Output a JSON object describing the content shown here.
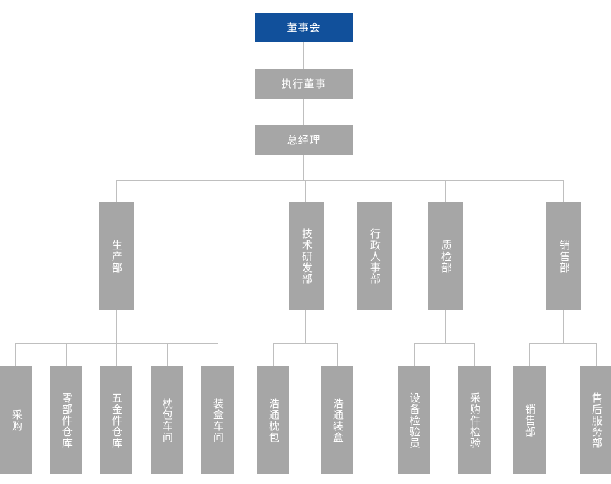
{
  "chart": {
    "title_node": "董事会",
    "accent_color": "#11509B",
    "node_color": "#A6A6A6",
    "line_color": "#BFBFBF",
    "text_color": "#FFFFFF",
    "background": "#FFFFFF"
  },
  "levels": {
    "top": [
      {
        "id": "board",
        "label": "董事会",
        "accent": true
      },
      {
        "id": "exec-director",
        "label": "执行董事",
        "accent": false
      },
      {
        "id": "general-manager",
        "label": "总经理",
        "accent": false
      }
    ],
    "departments": [
      {
        "id": "production-dept",
        "label": "生产部"
      },
      {
        "id": "tech-rd-dept",
        "label": "技术研发部"
      },
      {
        "id": "admin-hr-dept",
        "label": "行政人事部"
      },
      {
        "id": "qc-dept",
        "label": "质检部"
      },
      {
        "id": "sales-dept",
        "label": "销售部"
      }
    ],
    "units": [
      {
        "id": "purchasing",
        "label": "采购",
        "parent": "production-dept"
      },
      {
        "id": "parts-warehouse",
        "label": "零部件仓库",
        "parent": "production-dept"
      },
      {
        "id": "hardware-warehouse",
        "label": "五金件仓库",
        "parent": "production-dept"
      },
      {
        "id": "pillow-pack-workshop",
        "label": "枕包车间",
        "parent": "production-dept"
      },
      {
        "id": "boxing-workshop",
        "label": "装盒车间",
        "parent": "production-dept"
      },
      {
        "id": "haotong-pillow-pack",
        "label": "浩通枕包",
        "parent": "tech-rd-dept"
      },
      {
        "id": "haotong-boxing",
        "label": "浩通装盒",
        "parent": "tech-rd-dept"
      },
      {
        "id": "equipment-inspector",
        "label": "设备检验员",
        "parent": "qc-dept"
      },
      {
        "id": "purchased-parts-inspection",
        "label": "采购件检验",
        "parent": "qc-dept"
      },
      {
        "id": "sales-unit",
        "label": "销售部",
        "parent": "sales-dept"
      },
      {
        "id": "after-sales-service",
        "label": "售后服务部",
        "parent": "sales-dept"
      }
    ]
  }
}
